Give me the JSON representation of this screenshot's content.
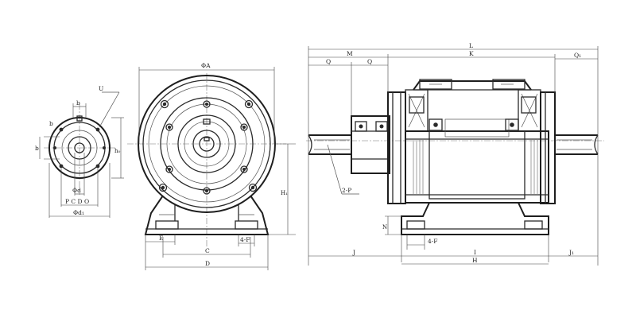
{
  "labels": {
    "phi_a": "ΦA",
    "l": "L",
    "m": "M",
    "k": "K",
    "q1": "Q",
    "q2": "Q",
    "q3": "Q₁",
    "u": "U",
    "b": "b",
    "b1": "b",
    "h0": "h₀",
    "phi_d": "Φd",
    "pcdo": "P C D O",
    "phi_d1": "Φd₁",
    "h1": "H₁",
    "e": "E",
    "f_front": "4-F",
    "c": "C",
    "d": "D",
    "two_p": "2-P",
    "n": "N",
    "f_side": "4-F",
    "j_left": "J",
    "i": "I",
    "j_right": "J₁",
    "h": "H"
  }
}
